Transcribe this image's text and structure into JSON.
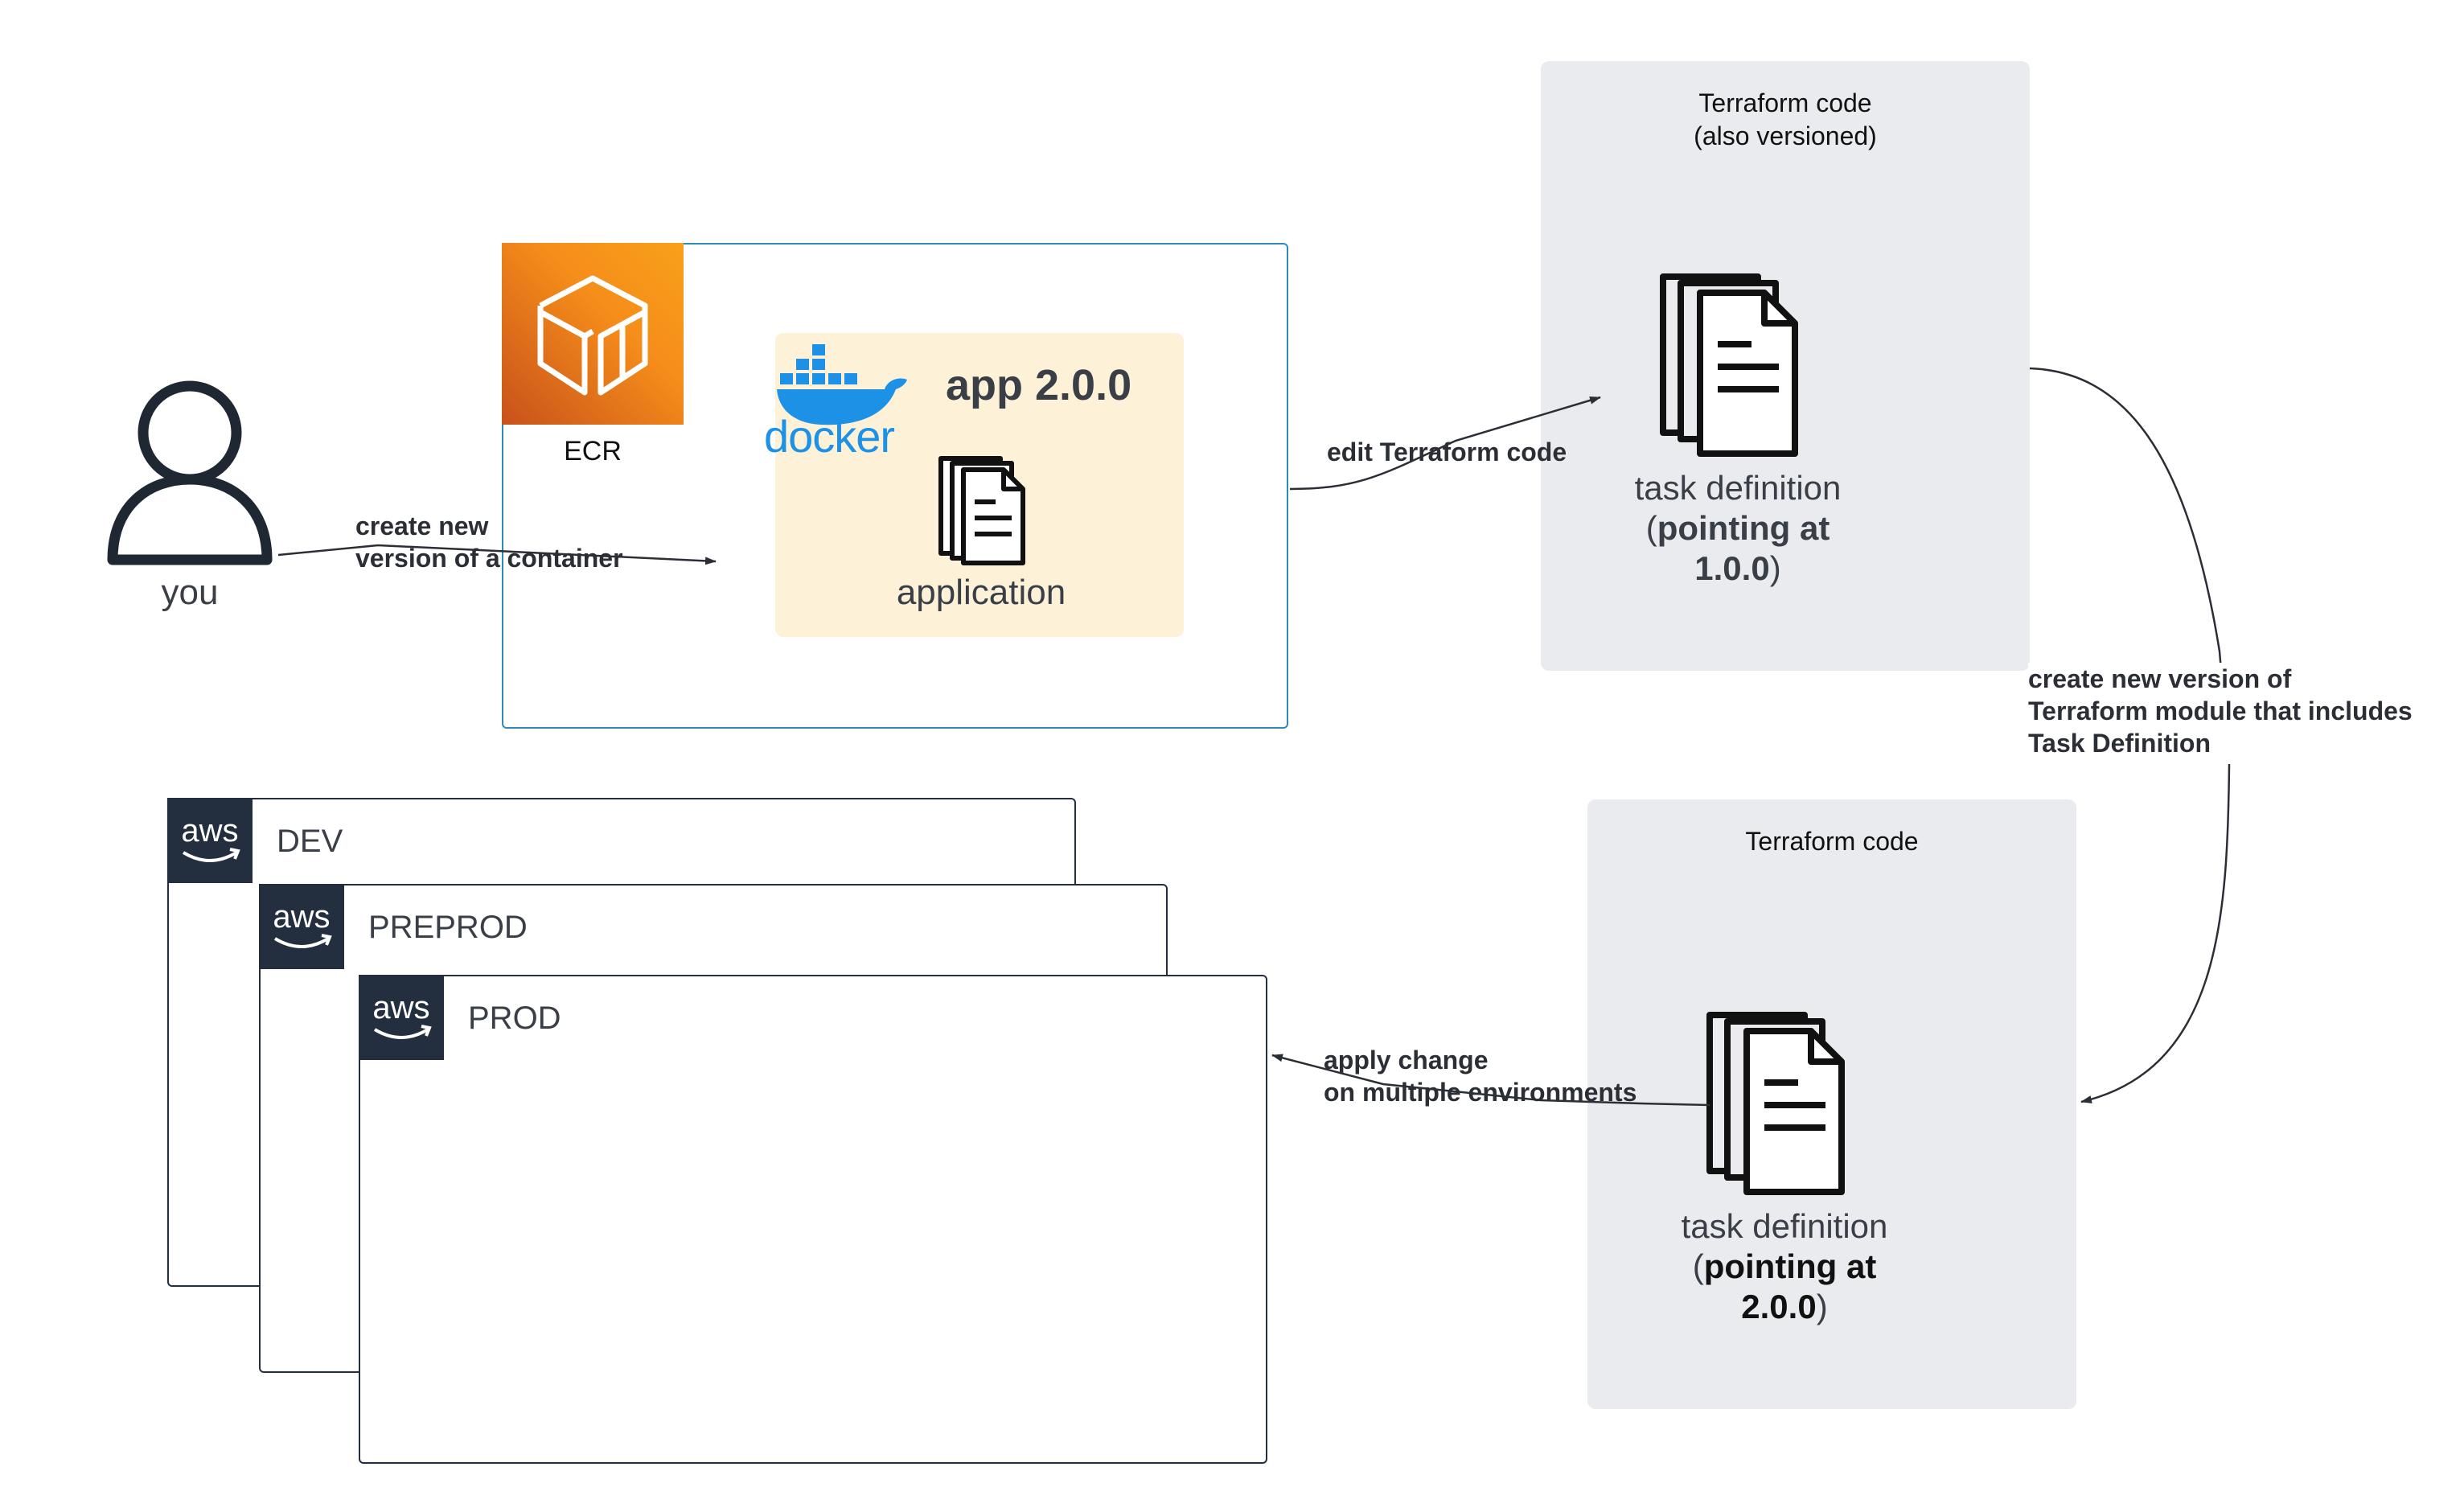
{
  "user": {
    "label": "you"
  },
  "ecr": {
    "label": "ECR"
  },
  "app": {
    "title": "app 2.0.0",
    "docker_text": "docker",
    "doc_label": "application"
  },
  "edges": {
    "create_container_line1": "create new",
    "create_container_line2": "version of a container",
    "edit_terraform": "edit Terraform code",
    "create_module_line1": "create new version of",
    "create_module_line2": "Terraform module that includes",
    "create_module_line3": "Task Definition",
    "apply_line1": "apply change",
    "apply_line2": "on multiple environments"
  },
  "terraform_top": {
    "title_line1": "Terraform code",
    "title_line2": "(also versioned)",
    "td_line1": "task definition",
    "td_paren_open": "(",
    "td_bold_a": "pointing at",
    "td_bold_b": "1.0.0",
    "td_paren_close": ")"
  },
  "terraform_bottom": {
    "title_line1": "Terraform code",
    "td_line1": "task definition",
    "td_paren_open": "(",
    "td_bold_a": "pointing at",
    "td_bold_b": "2.0.0",
    "td_paren_close": ")"
  },
  "environments": [
    {
      "badge": "aws",
      "label": "DEV"
    },
    {
      "badge": "aws",
      "label": "PREPROD"
    },
    {
      "badge": "aws",
      "label": "PROD"
    }
  ],
  "colors": {
    "ecr_orange": "#f58d1a",
    "ecr_border": "#2f8ab8",
    "docker_blue": "#1d91e6",
    "app_bg": "#fdf2d8",
    "panel_bg": "#e9ebef",
    "aws_dark": "#232f3e"
  },
  "icons": [
    "user-icon",
    "ecr-icon",
    "docker-icon",
    "document-stack-icon",
    "aws-logo-icon",
    "arrow-icon"
  ]
}
